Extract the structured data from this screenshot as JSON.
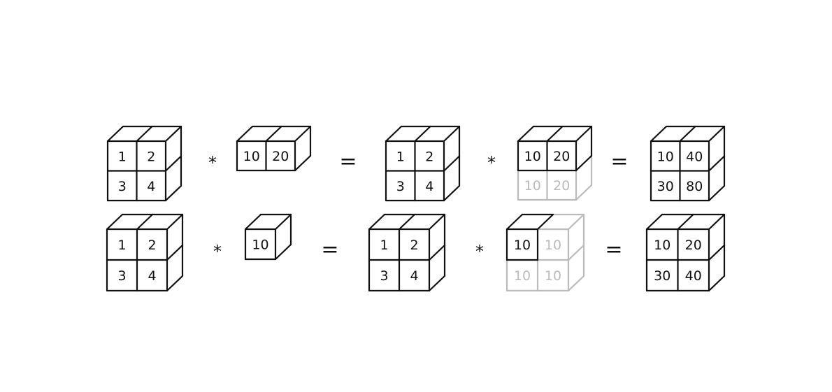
{
  "colors": {
    "solid": "#111111",
    "broadcast": "#bbbbbb"
  },
  "operators": {
    "multiply": "*",
    "equals": "="
  },
  "rows": [
    {
      "a": {
        "cells": [
          [
            "1",
            "2"
          ],
          [
            "3",
            "4"
          ]
        ]
      },
      "b": {
        "cells": [
          [
            "10",
            "20"
          ]
        ]
      },
      "a_broadcast": {
        "cells": [
          [
            "1",
            "2"
          ],
          [
            "3",
            "4"
          ]
        ]
      },
      "b_broadcast": {
        "cells": [
          [
            "10",
            "20"
          ],
          [
            "10",
            "20"
          ]
        ],
        "original_rows": 1,
        "original_cols": 2
      },
      "result": {
        "cells": [
          [
            "10",
            "40"
          ],
          [
            "30",
            "80"
          ]
        ]
      }
    },
    {
      "a": {
        "cells": [
          [
            "1",
            "2"
          ],
          [
            "3",
            "4"
          ]
        ]
      },
      "b": {
        "cells": [
          [
            "10"
          ]
        ]
      },
      "a_broadcast": {
        "cells": [
          [
            "1",
            "2"
          ],
          [
            "3",
            "4"
          ]
        ]
      },
      "b_broadcast": {
        "cells": [
          [
            "10",
            "10"
          ],
          [
            "10",
            "10"
          ]
        ],
        "original_rows": 1,
        "original_cols": 1
      },
      "result": {
        "cells": [
          [
            "10",
            "20"
          ],
          [
            "30",
            "40"
          ]
        ]
      }
    }
  ]
}
